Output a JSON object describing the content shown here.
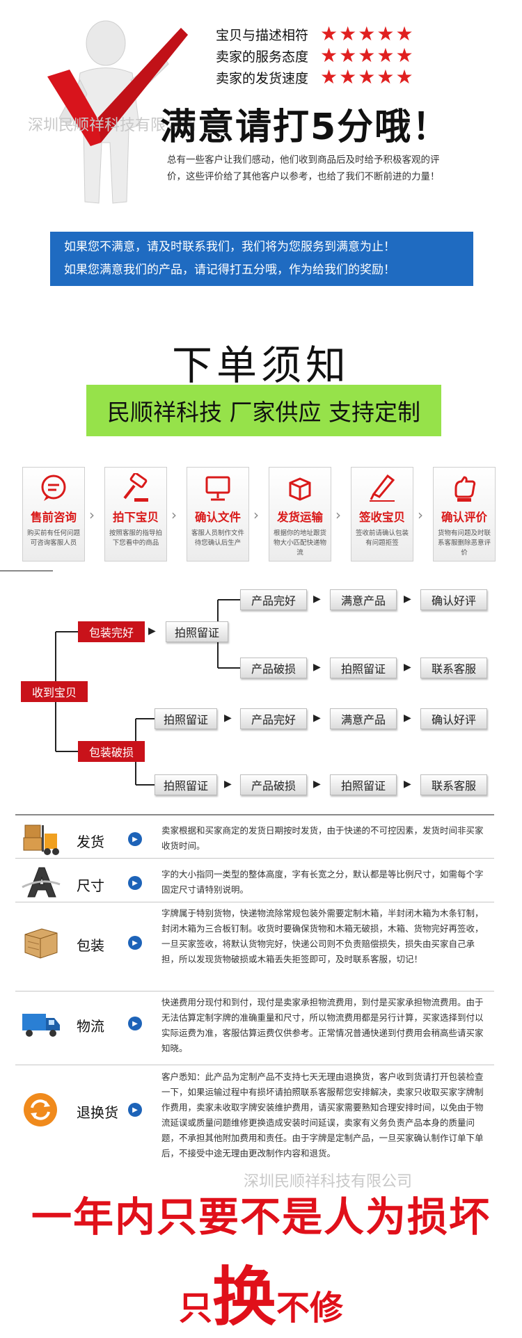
{
  "rating": {
    "rows": [
      "宝贝与描述相符",
      "卖家的服务态度",
      "卖家的发货速度"
    ],
    "star_color": "#e02020",
    "watermark": "深圳民顺祥科技有限公司",
    "title": "满意请打5分哦！",
    "description": "总有一些客户让我们感动，他们收到商品后及时给予积极客观的评价，这些评价给了其他客户以参考，也给了我们不断前进的力量！"
  },
  "notice_box": {
    "line1": "如果您不满意，请及时联系我们，我们将为您服务到满意为止！",
    "line2": "如果您满意我们的产品，请记得打五分哦，作为给我们的奖励！",
    "color": "#1f6bc1"
  },
  "section_title": "下单须知",
  "banner": {
    "text": "民顺祥科技  厂家供应 支持定制",
    "color": "#96e24a"
  },
  "steps": [
    {
      "title": "售前咨询",
      "desc": "购买前有任何问题可咨询客服人员",
      "icon": "chat-bubble-icon"
    },
    {
      "title": "拍下宝贝",
      "desc": "按照客服的指导拍下您看中的商品",
      "icon": "auction-hammer-icon"
    },
    {
      "title": "确认文件",
      "desc": "客服人员制作文件待您确认后生产",
      "icon": "monitor-icon"
    },
    {
      "title": "发货运输",
      "desc": "根据你的地址跟货物大小匹配快递物流",
      "icon": "package-icon"
    },
    {
      "title": "签收宝贝",
      "desc": "签收前请确认包装有问题拒签",
      "icon": "pen-sign-icon"
    },
    {
      "title": "确认评价",
      "desc": "货物有问题及时联系客服删除恶意评价",
      "icon": "rating-hand-icon"
    }
  ],
  "flow": {
    "root": "收到宝贝",
    "good_pack": "包装完好",
    "bad_pack": "包装破损",
    "photo": "拍照留证",
    "product_ok": "产品完好",
    "product_bad": "产品破损",
    "satisfied": "满意产品",
    "confirm_review": "确认好评",
    "contact_service": "联系客服"
  },
  "info": [
    {
      "label": "发货",
      "icon": "forklift-boxes-icon",
      "text": "卖家根据和买家商定的发货日期按时发货，由于快递的不可控因素，发货时间非买家收货时间。"
    },
    {
      "label": "尺寸",
      "icon": "letter-a-icon",
      "text": "字的大小指同一类型的整体高度，字有长宽之分，默认都是等比例尺寸，如需每个字固定尺寸请特别说明。"
    },
    {
      "label": "包装",
      "icon": "wooden-crate-icon",
      "text": "字牌属于特别货物，快递物流除常规包装外需要定制木箱，半封闭木箱为木条钉制，封闭木箱为三合板钉制。收货时要确保货物和木箱无破损，木箱、货物完好再签收，一旦买家签收，将默认货物完好，快递公司则不负责赔偿损失，损失由买家自己承担，所以发现货物破损或木箱丢失拒签即可，及时联系客服，切记！"
    },
    {
      "label": "物流",
      "icon": "delivery-truck-icon",
      "text": "快递费用分现付和到付，现付是卖家承担物流费用，到付是买家承担物流费用。由于无法估算定制字牌的准确重量和尺寸，所以物流费用都是另行计算，买家选择到付以实际运费为准，客服估算运费仅供参考。正常情况普通快递到付费用会稍高些请买家知晓。"
    },
    {
      "label": "退换货",
      "icon": "refresh-arrows-icon",
      "text": "客户悉知：此产品为定制产品不支持七天无理由退换货，客户收到货请打开包装检查一下，如果运输过程中有损坏请拍照联系客服帮您安排解决，卖家只收取买家字牌制作费用，卖家未收取字牌安装维护费用，请买家需要熟知合理安排时间，以免由于物流延误或质量问题维修更换造成安装时间延误，卖家有义务负责产品本身的质量问题，不承担其他附加费用和责任。由于字牌是定制产品，一旦买家确认制作订单下单后，不接受中途无理由更改制作内容和退货。"
    }
  ],
  "guarantee": {
    "line1": "一年内只要不是人为损坏",
    "line2_a": "只",
    "line2_b": "换",
    "line2_c": "不修"
  }
}
